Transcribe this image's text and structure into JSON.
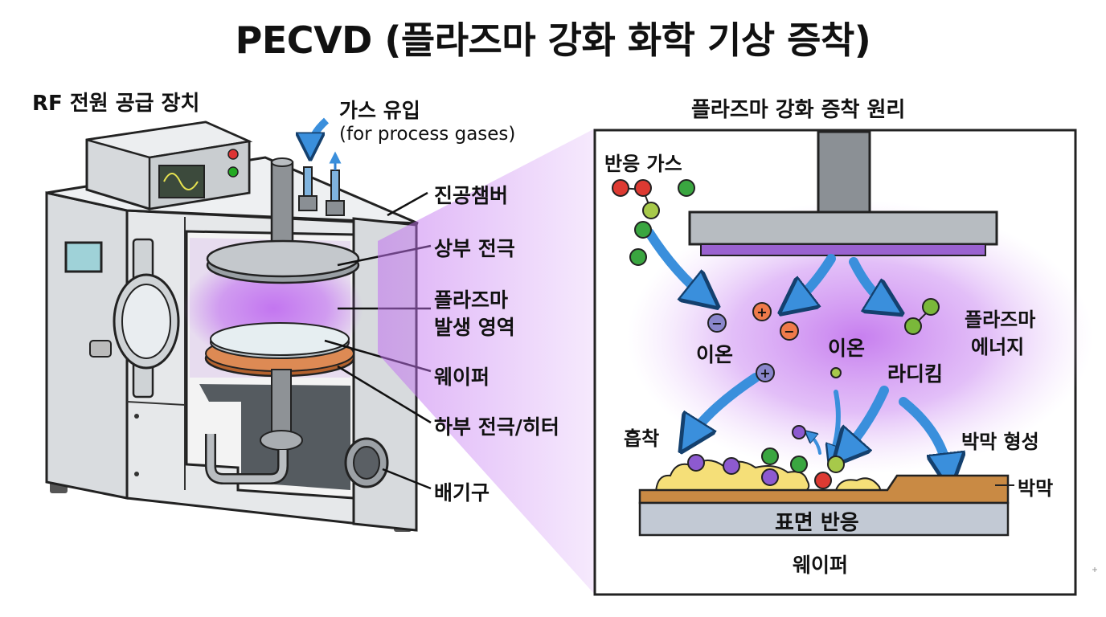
{
  "title": "PECVD (플라즈마 강화 화학 기상 증착)",
  "left": {
    "rf_label": "RF 전원 공급 장치",
    "gas_inlet": "가스 유입",
    "gas_inlet_sub": "(for process gases)",
    "vacuum_chamber": "진공챔버",
    "upper_electrode": "상부 전극",
    "plasma_region_1": "플라즈마",
    "plasma_region_2": "발생 영역",
    "wafer": "웨이퍼",
    "lower_electrode": "하부 전극/히터",
    "exhaust": "배기구"
  },
  "right": {
    "heading": "플라즈마 강화 증착 원리",
    "reaction_gas": "반응 가스",
    "ion_left": "이온",
    "ion_mid": "이온",
    "radical": "라디킴",
    "plasma_energy_1": "플라즈마",
    "plasma_energy_2": "에너지",
    "adsorption": "흡착",
    "film_forming": "박막 형성",
    "film": "박막",
    "surface_reaction": "표면 반응",
    "wafer": "웨이퍼",
    "plus": "+",
    "minus": "−"
  },
  "colors": {
    "plasma": "#c170f0",
    "arrow": "#3a8fdc",
    "film": "#c98a44",
    "wafer": "#c2c9d4",
    "machine": "#e6e8ea",
    "ion_positive": "#ef7a4a",
    "ion_negative": "#8a86cc",
    "molecule_red": "#dd3a32",
    "molecule_green": "#3aa640",
    "molecule_purple": "#8d5ad0",
    "deposit_yellow": "#f5df78"
  }
}
